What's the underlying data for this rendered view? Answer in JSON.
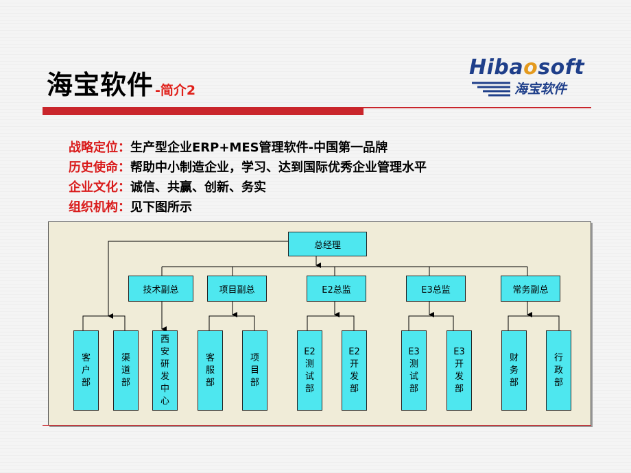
{
  "title": {
    "main": "海宝软件",
    "sub": "-简介2"
  },
  "logo": {
    "en_prefix": "Hiba",
    "en_o": "o",
    "en_suffix": "soft",
    "cn": "海宝软件"
  },
  "info": [
    {
      "key": "战略定位：",
      "value": "生产型企业ERP+MES管理软件-中国第一品牌"
    },
    {
      "key": "历史使命：",
      "value": "帮助中小制造企业，学习、达到国际优秀企业管理水平"
    },
    {
      "key": "企业文化：",
      "value": "诚信、共赢、创新、务实"
    },
    {
      "key": "组织机构：",
      "value": "见下图所示"
    }
  ],
  "org": {
    "top": "总经理",
    "level2": [
      "技术副总",
      "项目副总",
      "E2总监",
      "E3总监",
      "常务副总"
    ],
    "depts": [
      "客户部",
      "渠道部",
      "西安研发中心",
      "客服部",
      "项目部",
      "E2测试部",
      "E2开发部",
      "E3测试部",
      "E3开发部",
      "财务部",
      "行政部"
    ]
  },
  "colors": {
    "accent_red": "#c9252b",
    "box_fill": "#4ee7ef",
    "panel_bg": "#f0ecd8",
    "logo_blue": "#1f3f8a",
    "logo_orange": "#e49a1e"
  }
}
